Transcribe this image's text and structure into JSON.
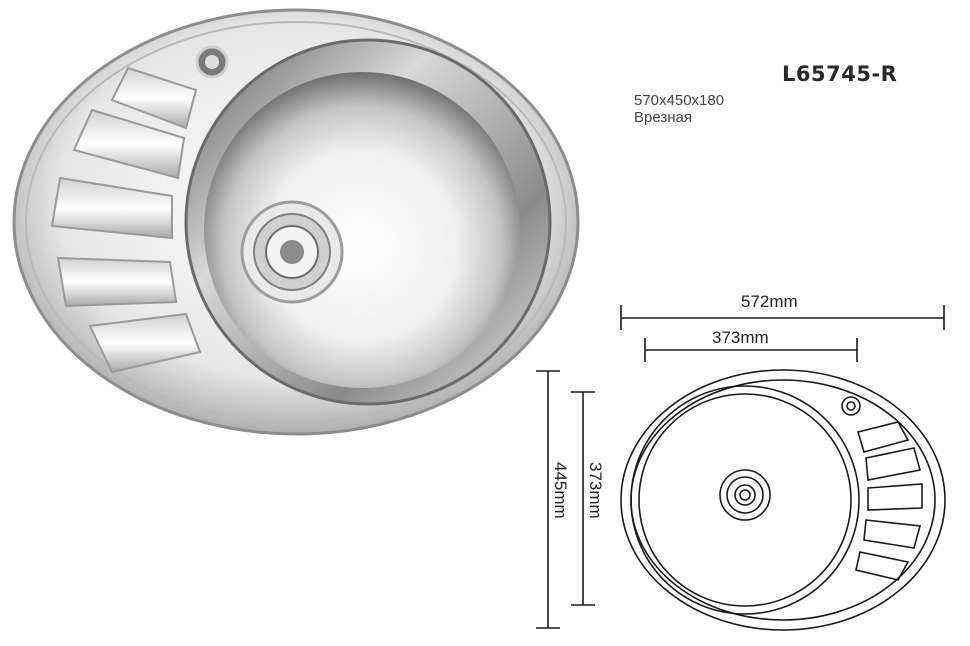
{
  "product": {
    "model": "L65745-R",
    "size": "570x450x180",
    "mount_type": "Врезная"
  },
  "drawing": {
    "overall_width": "572mm",
    "bowl_width": "373mm",
    "overall_depth": "445mm",
    "bowl_depth": "373mm"
  },
  "colors": {
    "steel_light": "#f2f2f2",
    "steel_mid": "#c9c9c9",
    "steel_dark": "#7a7a7a",
    "line": "#1a1a1a"
  }
}
